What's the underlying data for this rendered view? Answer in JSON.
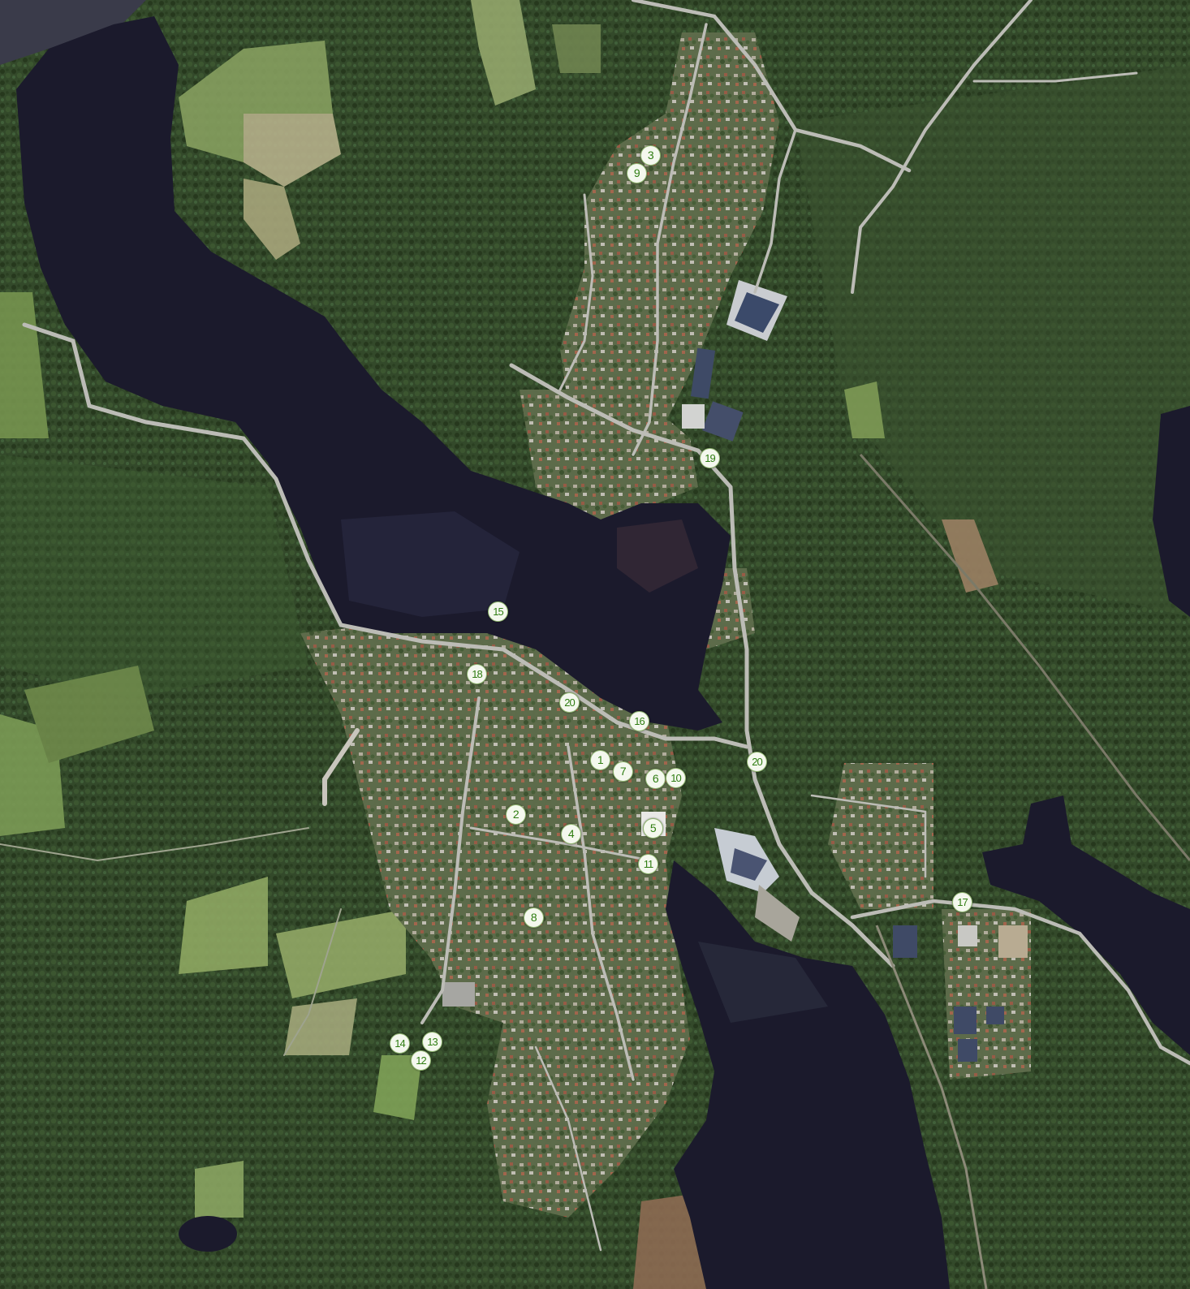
{
  "colors": {
    "water": "#1b1a2c",
    "forest": "#2f4523",
    "field": "#7e9a5a",
    "road": "#b9b9b4",
    "marker_fill": "#f4f8ee",
    "marker_text": "#2f7d12"
  },
  "markers": [
    {
      "label": "3"
    },
    {
      "label": "9"
    },
    {
      "label": "19"
    },
    {
      "label": "15"
    },
    {
      "label": "18"
    },
    {
      "label": "20"
    },
    {
      "label": "16"
    },
    {
      "label": "1"
    },
    {
      "label": "7"
    },
    {
      "label": "6"
    },
    {
      "label": "10"
    },
    {
      "label": "20"
    },
    {
      "label": "2"
    },
    {
      "label": "4"
    },
    {
      "label": "5"
    },
    {
      "label": "11"
    },
    {
      "label": "17"
    },
    {
      "label": "8"
    },
    {
      "label": "14"
    },
    {
      "label": "13"
    },
    {
      "label": "12"
    }
  ]
}
